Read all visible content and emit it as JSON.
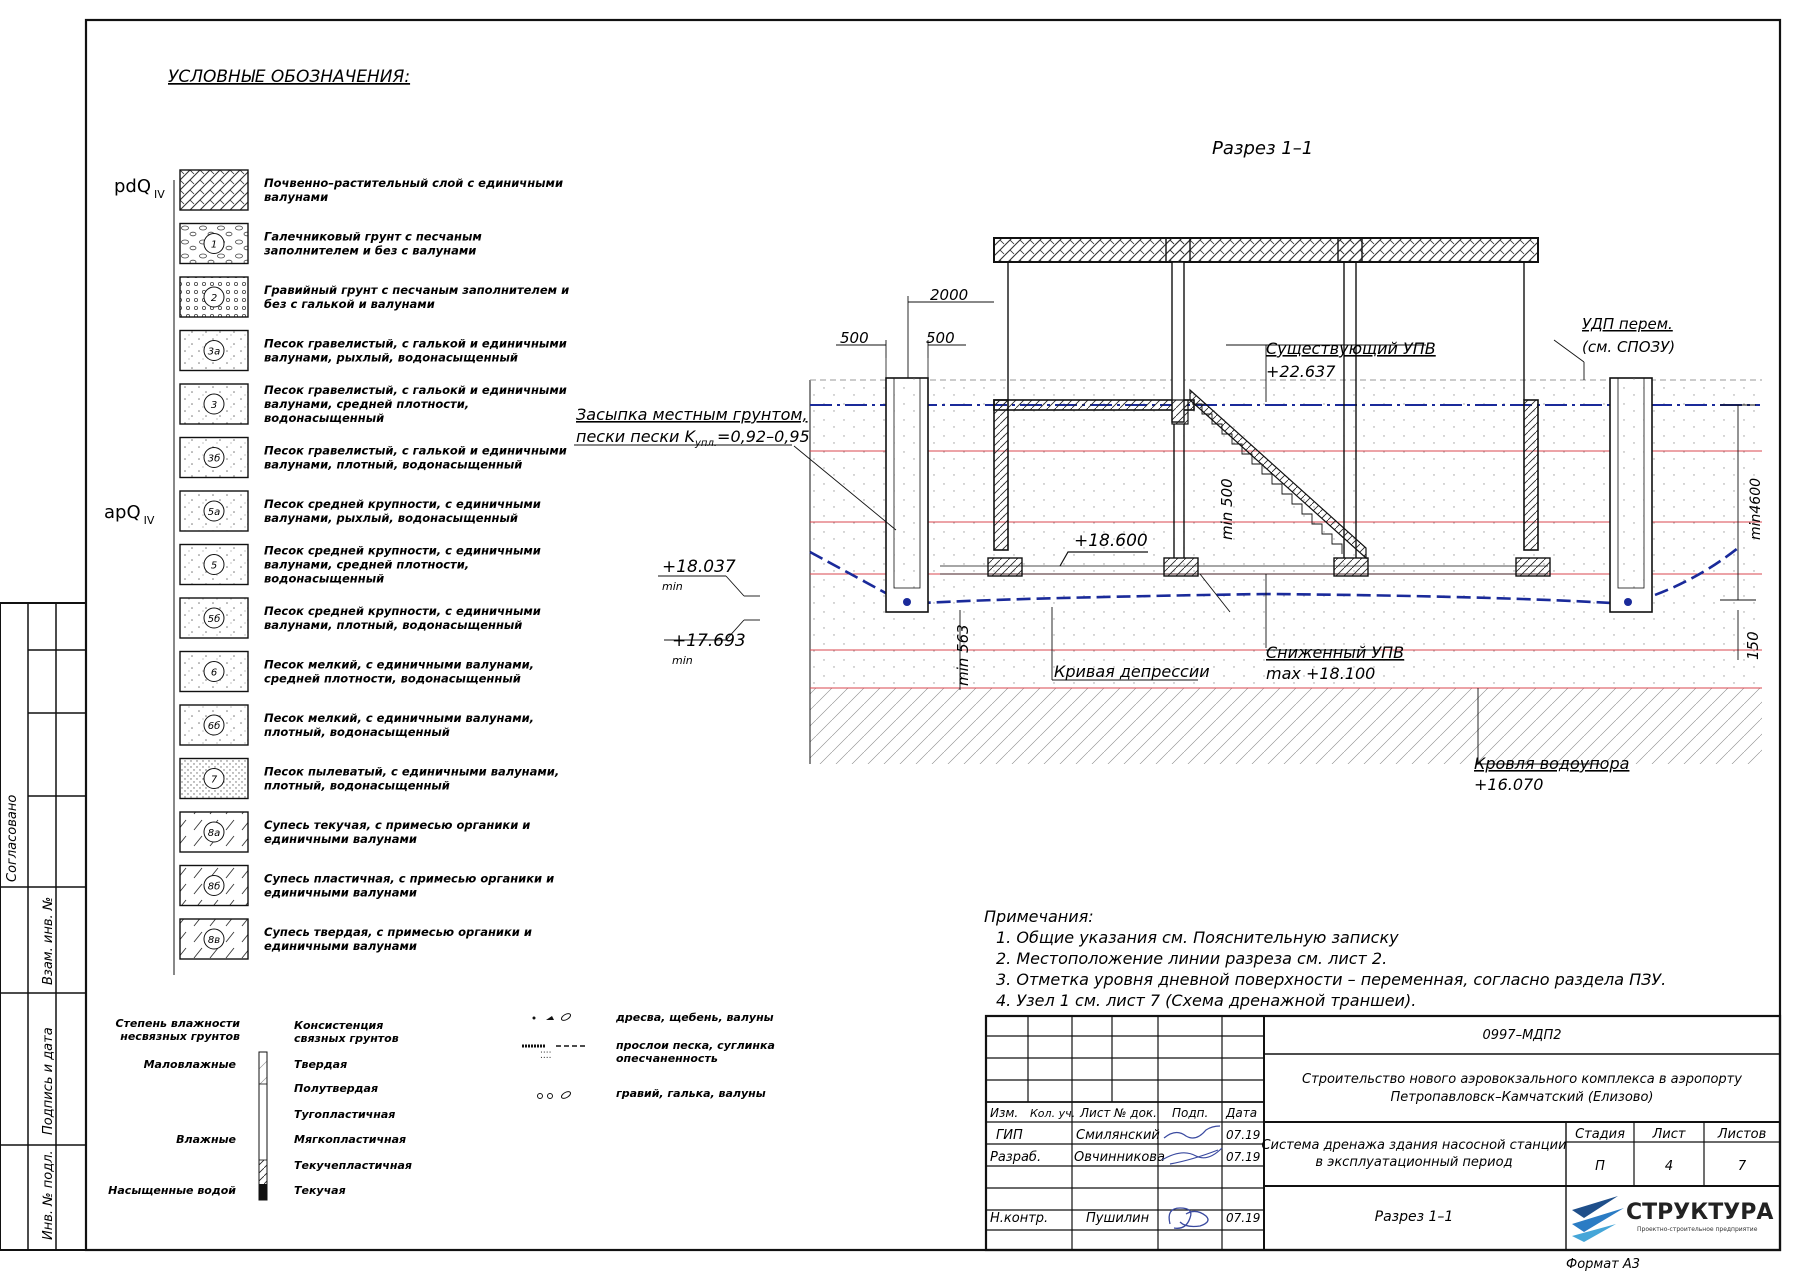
{
  "legend": {
    "title": "УСЛОВНЫЕ ОБОЗНАЧЕНИЯ:",
    "group_pdq": {
      "base": "pdQ",
      "sub": "IV"
    },
    "group_apq": {
      "base": "apQ",
      "sub": "IV"
    },
    "items": [
      {
        "code": "",
        "pattern": "soil",
        "lines": [
          "Почвенно–растительный слой с единичными",
          "валунами"
        ]
      },
      {
        "code": "1",
        "pattern": "pebble",
        "lines": [
          "Галечниковый грунт с песчаным",
          "заполнителем и без с валунами"
        ]
      },
      {
        "code": "2",
        "pattern": "gravel",
        "lines": [
          "Гравийный грунт с песчаным заполнителем и",
          "без с галькой и валунами"
        ]
      },
      {
        "code": "3а",
        "pattern": "sand",
        "lines": [
          "Песок гравелистый, с галькой и единичными",
          "валунами, рыхлый, водонасыщенный"
        ]
      },
      {
        "code": "3",
        "pattern": "sand",
        "lines": [
          "Песок гравелистый, с гальокй и единичными",
          "валунами, средней плотности,",
          "водонасыщенный"
        ]
      },
      {
        "code": "3б",
        "pattern": "sand",
        "lines": [
          "Песок гравелистый, с галькой и единичными",
          "валунами, плотный, водонасыщенный"
        ]
      },
      {
        "code": "5а",
        "pattern": "sand",
        "lines": [
          "Песок средней крупности, с единичными",
          "валунами, рыхлый, водонасыщенный"
        ]
      },
      {
        "code": "5",
        "pattern": "sand",
        "lines": [
          "Песок средней крупности, с единичными",
          "валунами, средней плотности,",
          "водонасыщенный"
        ]
      },
      {
        "code": "5б",
        "pattern": "sand",
        "lines": [
          "Песок средней крупности, с единичными",
          "валунами, плотный, водонасыщенный"
        ]
      },
      {
        "code": "6",
        "pattern": "sand",
        "lines": [
          "Песок мелкий, с единичными валунами,",
          "средней плотности, водонасыщенный"
        ]
      },
      {
        "code": "6б",
        "pattern": "sand",
        "lines": [
          "Песок мелкий, с единичными валунами,",
          "плотный, водонасыщенный"
        ]
      },
      {
        "code": "7",
        "pattern": "silt",
        "lines": [
          "Песок пылеватый, с единичными валунами,",
          "плотный, водонасыщенный"
        ]
      },
      {
        "code": "8а",
        "pattern": "loam",
        "lines": [
          "Супесь текучая, с примесью органики и",
          "единичными валунами"
        ]
      },
      {
        "code": "8б",
        "pattern": "loam",
        "lines": [
          "Супесь пластичная, с примесью органики и",
          "единичными валунами"
        ]
      },
      {
        "code": "8в",
        "pattern": "loam",
        "lines": [
          "Супесь твердая, с примесью органики и",
          "единичными валунами"
        ]
      }
    ],
    "moisture_title": [
      "Степень влажности",
      "несвязных грунтов"
    ],
    "consistency_title": [
      "Консистенция",
      "связных грунтов"
    ],
    "moisture_levels": [
      "Маловлажные",
      "Влажные",
      "Насыщенные водой"
    ],
    "consistency_levels": [
      "Твердая",
      "Полутвердая",
      "Тугопластичная",
      "Мягкопластичная",
      "Текучепластичная",
      "Текучая"
    ],
    "inclusions": [
      "дресва, щебень, валуны",
      "прослои песка, суглинка",
      "опесчаненность",
      "гравий, галька, валуны"
    ]
  },
  "section": {
    "title": "Разрез 1–1",
    "dim_2000": "2000",
    "dim_500_left": "500",
    "dim_500_right": "500",
    "existing_gwl": [
      "Существующий УПВ",
      "+22.637"
    ],
    "udp": [
      "УДП перем.",
      "(см. СПОЗУ)"
    ],
    "backfill": [
      "Засыпка местным грунтом,",
      "пески K",
      "упл.",
      "=0,92–0,95"
    ],
    "min_500": "min 500",
    "min_4600": "min4600",
    "mark_18600": "+18.600",
    "mark_18037": "+18.037",
    "mark_17693": "+17.693",
    "min_label": "min",
    "min_563": "min 563",
    "dim_150": "150",
    "depression_curve": "Кривая депрессии",
    "lowered_gwl": [
      "Сниженный УПВ",
      "max +18.100"
    ],
    "aquiclude": [
      "Кровля водоупора",
      "+16.070"
    ]
  },
  "notes": {
    "title": "Примечания:",
    "items": [
      "1. Общие указания см. Пояснительную записку",
      "2. Местоположение линии разреза см. лист 2.",
      "3. Отметка уровня дневной поверхности – переменная, согласно раздела ПЗУ.",
      "4. Узел 1 см. лист 7 (Схема дренажной траншеи)."
    ]
  },
  "title_block": {
    "doc_code": "0997–МДП2",
    "project": [
      "Строительство нового аэровокзального комплекса в аэропорту",
      "Петропавловск–Камчатский (Елизово)"
    ],
    "sheet_title": [
      "Система дренажа здания насосной станции",
      "в эксплуатационный период"
    ],
    "drawing_name": "Разрез 1–1",
    "headers": [
      "Изм.",
      "Кол. уч.",
      "Лист",
      "№ док.",
      "Подп.",
      "Дата"
    ],
    "stage_headers": [
      "Стадия",
      "Лист",
      "Листов"
    ],
    "stage_values": [
      "П",
      "4",
      "7"
    ],
    "people": [
      {
        "role": "ГИП",
        "name": "Смилянский",
        "date": "07.19"
      },
      {
        "role": "Разраб.",
        "name": "Овчинникова",
        "date": "07.19"
      },
      {
        "role": "Н.контр.",
        "name": "Пушилин",
        "date": "07.19"
      }
    ],
    "company": "СТРУКТУРА",
    "company_sub": "Проектно-строительное предприятие",
    "format": "Формат А3"
  },
  "side_stamps": [
    "Согласовано",
    "Взам. инв. №",
    "Подпись и дата",
    "Инв. № подл."
  ],
  "colors": {
    "ink": "#111111",
    "gwl": "#1a2a9a",
    "strata": "#d9474f",
    "dots": "#9a9a9a"
  }
}
